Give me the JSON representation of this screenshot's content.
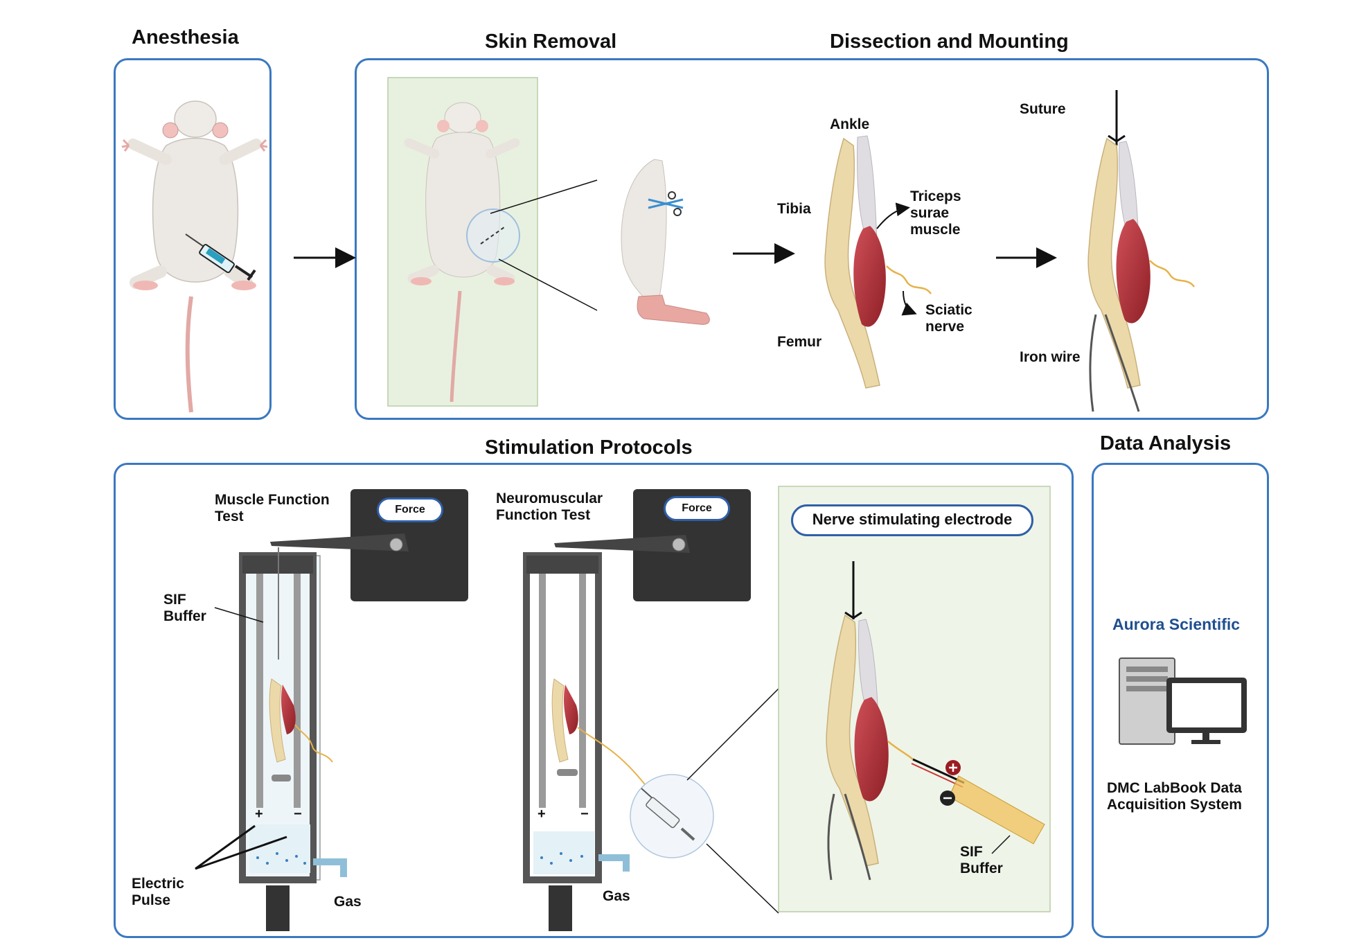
{
  "titles": {
    "anesthesia": "Anesthesia",
    "skin_removal": "Skin Removal",
    "dissection": "Dissection and Mounting",
    "stimulation": "Stimulation Protocols",
    "data_analysis": "Data Analysis"
  },
  "dissection_labels": {
    "ankle": "Ankle",
    "tibia": "Tibia",
    "femur": "Femur",
    "triceps": "Triceps surae muscle",
    "sciatic": "Sciatic nerve",
    "suture": "Suture",
    "iron_wire": "Iron wire"
  },
  "stimulation_labels": {
    "muscle_test": "Muscle Function Test",
    "neuro_test": "Neuromuscular Function Test",
    "force": "Force",
    "sif_buffer": "SIF Buffer",
    "electric_pulse": "Electric Pulse",
    "gas": "Gas",
    "plus": "+",
    "minus": "−",
    "nerve_electrode": "Nerve stimulating electrode"
  },
  "data_analysis": {
    "brand": "Aurora Scientific",
    "software": "DMC LabBook Data Acquisition System"
  },
  "colors": {
    "panel_border": "#3a78c0",
    "muscle": "#b8323a",
    "bone": "#e8d6a8",
    "device": "#333333",
    "green_bg": "#eef4e8"
  }
}
